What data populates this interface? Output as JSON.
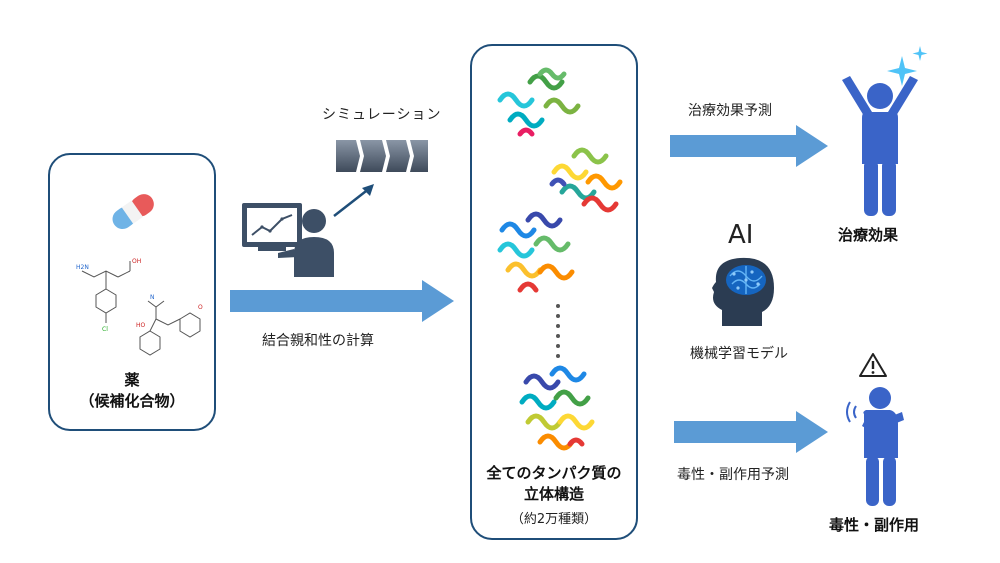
{
  "drug_panel": {
    "title_line1": "薬",
    "title_line2": "（候補化合物）"
  },
  "simulation_label": "シミュレーション",
  "binding_affinity_label": "結合親和性の計算",
  "protein_panel": {
    "title_line1": "全てのタンパク質の",
    "title_line2": "立体構造",
    "subtitle": "（約2万種類）"
  },
  "ai": {
    "heading": "AI",
    "model_label": "機械学習モデル"
  },
  "therapeutic": {
    "prediction_label": "治療効果予測",
    "result_label": "治療効果"
  },
  "toxicity": {
    "prediction_label": "毒性・副作用予測",
    "result_label": "毒性・副作用"
  },
  "colors": {
    "panel_border": "#1f4e79",
    "arrow_blue": "#5b9bd5",
    "figure_blue": "#3a64c8",
    "dark_figure": "#3d4f66"
  }
}
